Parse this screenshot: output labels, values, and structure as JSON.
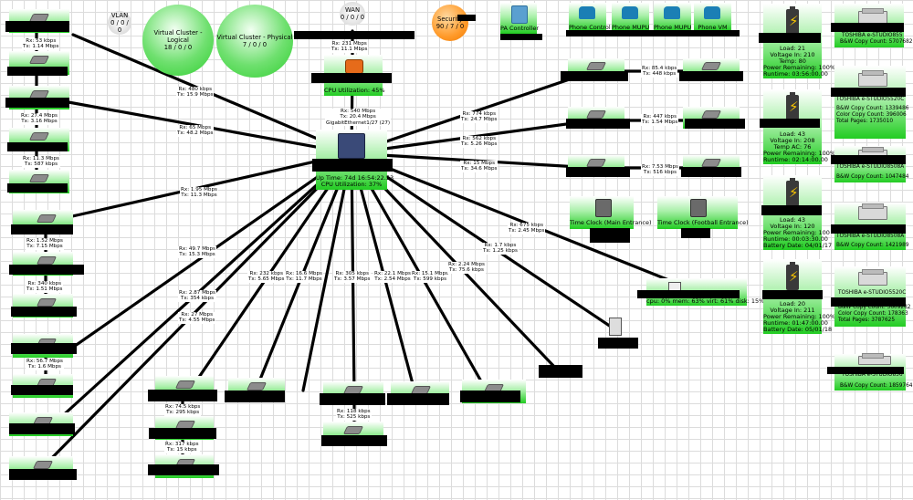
{
  "vlan": {
    "name": "VLAN",
    "counts": "0 / 0 / 0"
  },
  "wan": {
    "name": "WAN",
    "counts": "0 / 0 / 0"
  },
  "cluster_logical": {
    "name": "Virtual Cluster - Logical",
    "counts": "18 / 0 / 0"
  },
  "cluster_physical": {
    "name": "Virtual Cluster - Physical",
    "counts": "7 / 0 / 0"
  },
  "security": {
    "name": "Security",
    "counts": "90 / 7 / 0"
  },
  "pa_controller": {
    "name": "PA Controller"
  },
  "phones": [
    {
      "label": "Phone Control"
    },
    {
      "label": "Phone MUPU"
    },
    {
      "label": "Phone MUPU"
    },
    {
      "label": "Phone VM"
    }
  ],
  "router": {
    "cpu": "CPU Utilization: 45%",
    "rx": "Rx: 231 Mbps",
    "tx": "Tx: 11.1 Mbps"
  },
  "core_switch": {
    "uptime": "Up Time: 74d 16:54:22.53",
    "cpu": "CPU Utilization: 37%",
    "rx": "Rx: 540 Mbps",
    "tx": "Tx: 20.4 Mbps",
    "port": "GigabitEthernet1/27 (27)"
  },
  "left_links": [
    {
      "rx": "Rx: 53 kbps",
      "tx": "Tx: 1.14 Mbps"
    },
    {
      "rx": "Rx: 27.4 Mbps",
      "tx": "Tx: 3.16 Mbps"
    },
    {
      "rx": "Rx: 11.3 Mbps",
      "tx": "Tx: 587 kbps"
    },
    {
      "rx": "Rx: 1.52 Mbps",
      "tx": "Tx: 7.15 Mbps"
    },
    {
      "rx": "Rx: 340 kbps",
      "tx": "Tx: 1.51 Mbps"
    },
    {
      "rx": "Rx: 56.7 Mbps",
      "tx": "Tx: 1.6 Mbps"
    }
  ],
  "spoke_labels": [
    {
      "rx": "Rx: 480 kbps",
      "tx": "Tx: 15.9 Mbps"
    },
    {
      "rx": "Rx: 65 Mbps",
      "tx": "Tx: 48.2 Mbps"
    },
    {
      "rx": "Rx: 1.95 Mbps",
      "tx": "Tx: 11.3 Mbps"
    },
    {
      "rx": "Rx: 49.7 Mbps",
      "tx": "Tx: 15.3 Mbps"
    },
    {
      "rx": "Rx: 2.87 Mbps",
      "tx": "Tx: 354 kbps"
    },
    {
      "rx": "Rx: 27 Mbps",
      "tx": "Tx: 4.55 Mbps"
    },
    {
      "rx": "Rx: 232 kbps",
      "tx": "Tx: 5.65 Mbps"
    },
    {
      "rx": "Rx: 16.6 Mbps",
      "tx": "Tx: 11.7 Mbps"
    },
    {
      "rx": "Rx: 305 kbps",
      "tx": "Tx: 3.57 Mbps"
    },
    {
      "rx": "Rx: 22.1 Mbps",
      "tx": "Tx: 2.54 Mbps"
    },
    {
      "rx": "Rx: 15.1 Mbps",
      "tx": "Tx: 599 kbps"
    },
    {
      "rx": "Rx: 2.24 Mbps",
      "tx": "Tx: 75.6 kbps"
    },
    {
      "rx": "Rx: 1.7 kbps",
      "tx": "Tx: 1.25 kbps"
    },
    {
      "rx": "Rx: 675 kbps",
      "tx": "Tx: 2.45 Mbps"
    },
    {
      "rx": "Rx: 774 kbps",
      "tx": "Tx: 24.7 Mbps"
    },
    {
      "rx": "Rx: 562 kbps",
      "tx": "Tx: 5.26 Mbps"
    },
    {
      "rx": "Rx: 15 Mbps",
      "tx": "Tx: 34.6 Mbps"
    }
  ],
  "right_links": [
    {
      "rx": "Rx: 85.4 kbps",
      "tx": "Tx: 448 kbps"
    },
    {
      "rx": "Rx: 447 kbps",
      "tx": "Tx: 1.54 Mbps"
    },
    {
      "rx": "Rx: 7.53 Mbps",
      "tx": "Tx: 516 kbps"
    }
  ],
  "bottom_links": [
    {
      "rx": "Rx: 74.5 kbps",
      "tx": "Tx: 295 kbps"
    },
    {
      "rx": "Rx: 317 kbps",
      "tx": "Tx: 15 kbps"
    },
    {
      "rx": "Rx: 118 kbps",
      "tx": "Tx: 525 kbps"
    }
  ],
  "time_clocks": [
    {
      "label": "Time Clock (Main Entrance)"
    },
    {
      "label": "Time Clock (Football Entrance)"
    }
  ],
  "server": {
    "stats": "cpu: 0% mem: 63% virt: 61% disk: 15%"
  },
  "ups": [
    {
      "lines": [
        "Load: 21",
        "Voltage In: 210",
        "Temp: 80",
        "Power Remaining: 100%",
        "Runtime: 03:56:00.00"
      ]
    },
    {
      "lines": [
        "Load: 43",
        "Voltage In: 208",
        "Temp AC: 76",
        "Power Remaining: 100%",
        "Runtime: 02:14:00.00"
      ]
    },
    {
      "lines": [
        "Load: 43",
        "Voltage In: 120",
        "Power Remaining: 100",
        "Runtime: 00:03:30.00",
        "Battery Date: 04/01/17"
      ]
    },
    {
      "lines": [
        "Load: 20",
        "Voltage In: 211",
        "Power Remaining: 100%",
        "Runtime: 01:47:00.00",
        "Battery Date: 05/01/18"
      ]
    }
  ],
  "printers": [
    {
      "model": "TOSHIBA e-STUDIO855",
      "lines": [
        "B&W Copy Count: 5707682"
      ]
    },
    {
      "model": "TOSHIBA e-STUDIO5520C",
      "lines": [
        "B&W Copy Count: 1339486",
        "Color Copy Count: 396006",
        "Total Pages: 1735010"
      ]
    },
    {
      "model": "TOSHIBA e-STUDIO8508A",
      "lines": [
        "B&W Copy Count: 1047484"
      ]
    },
    {
      "model": "TOSHIBA e-STUDIO8508A",
      "lines": [
        "B&W Copy Count: 1421989"
      ]
    },
    {
      "model": "TOSHIBA e-STUDIO5520C",
      "lines": [
        "B&W Copy Count: 3609282",
        "Color Copy Count: 178363",
        "Total Pages: 3787625"
      ]
    },
    {
      "model": "TOSHIBA e-STUDIO856",
      "lines": [
        "B&W Copy Count: 1859764"
      ]
    }
  ]
}
